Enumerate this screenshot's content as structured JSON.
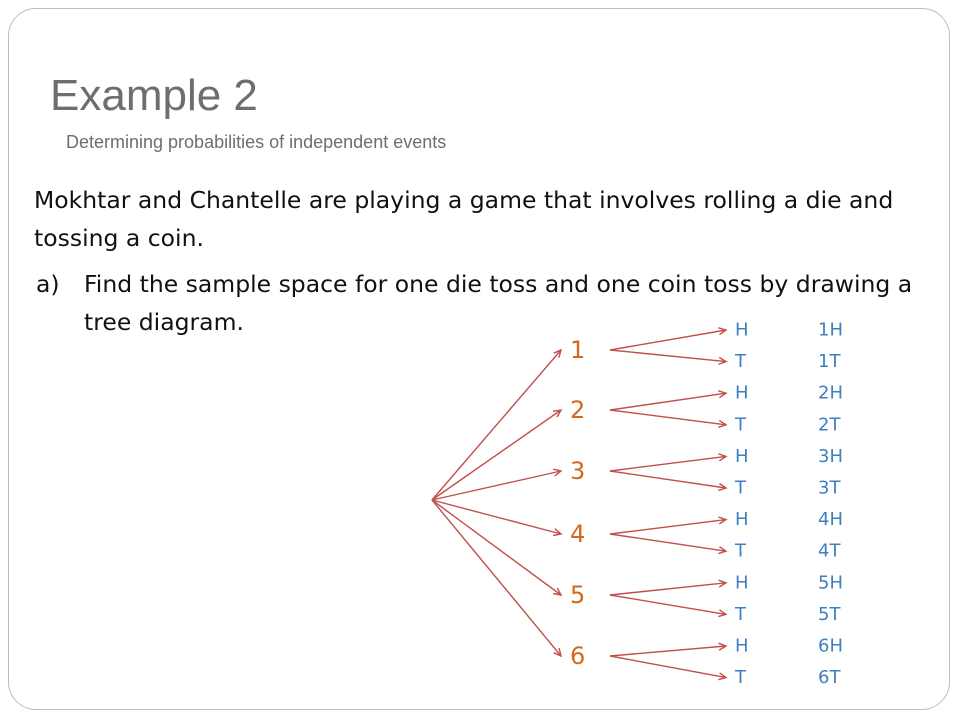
{
  "slide": {
    "title": "Example 2",
    "subtitle": "Determining probabilities of independent events",
    "intro": "Mokhtar and Chantelle are playing a game that involves rolling a die and tossing a coin.",
    "part_a": {
      "label": "a)",
      "text": "Find the sample space for one die toss and one coin toss by drawing a tree diagram."
    }
  },
  "tree": {
    "die_outcomes": [
      "1",
      "2",
      "3",
      "4",
      "5",
      "6"
    ],
    "coin_outcomes": [
      "H",
      "T"
    ],
    "sample_space": [
      "1H",
      "1T",
      "2H",
      "2T",
      "3H",
      "3T",
      "4H",
      "4T",
      "5H",
      "5T",
      "6H",
      "6T"
    ]
  },
  "colors": {
    "die_label": "#d2691e",
    "branch_line": "#c0504d",
    "coin_label": "#3f7fc0",
    "outcome_label": "#3f7fc0",
    "title": "#6e6e6e"
  }
}
